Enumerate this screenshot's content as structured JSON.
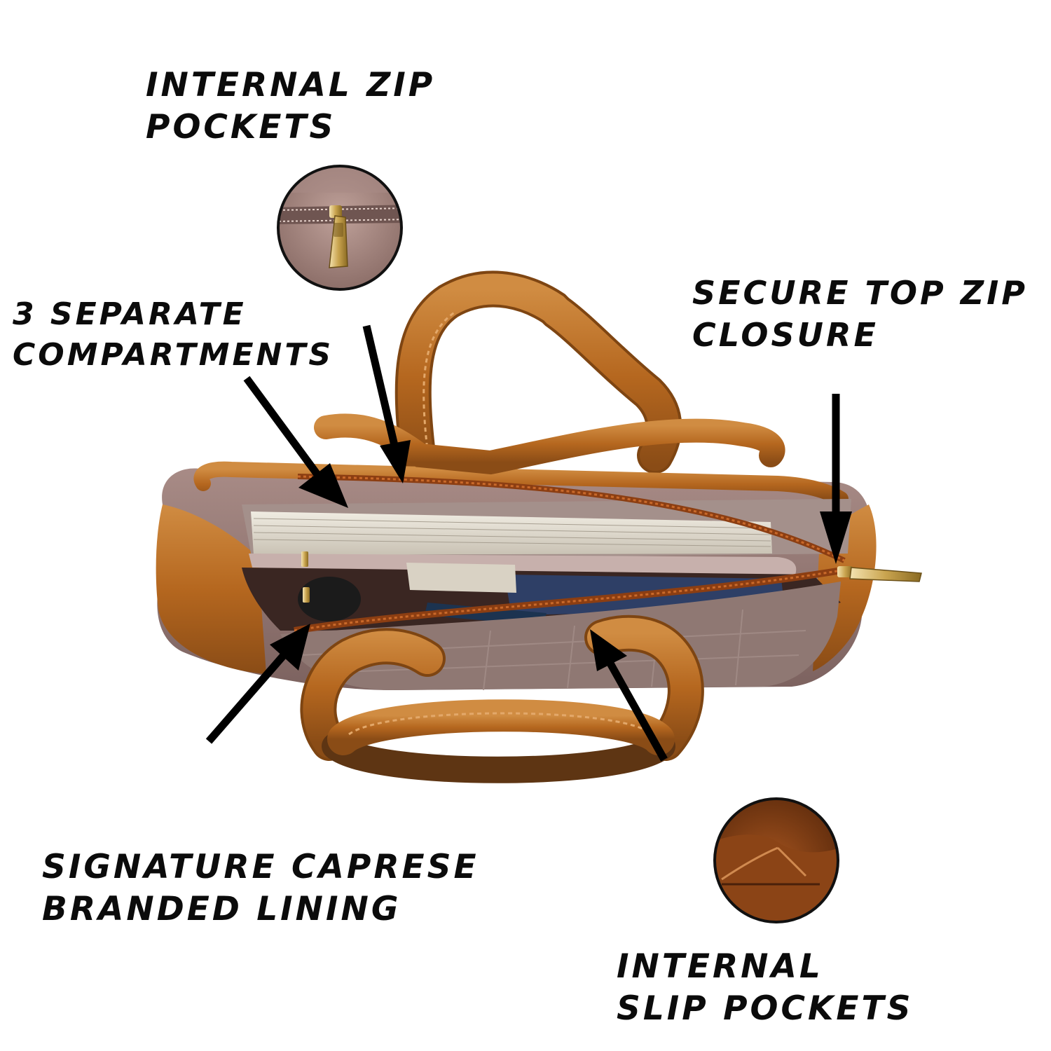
{
  "callouts": {
    "internal_zip_pockets": {
      "line1": "INTERNAL ZIP",
      "line2": "POCKETS"
    },
    "separate_compartments": {
      "line1": "3 SEPARATE",
      "line2": "COMPARTMENTS"
    },
    "secure_top_zip": {
      "line1": "SECURE TOP ZIP",
      "line2": "CLOSURE"
    },
    "branded_lining": {
      "line1": "SIGNATURE CAPRESE",
      "line2": "BRANDED LINING"
    },
    "slip_pockets": {
      "line1": "INTERNAL",
      "line2": "SLIP POCKETS"
    }
  },
  "colors": {
    "tan_leather": "#b5671f",
    "tan_highlight": "#cf8a3e",
    "tan_shadow": "#7e4512",
    "taupe_body": "#9a7f7b",
    "lining": "#b9a29f",
    "arrow": "#000000"
  },
  "icons": {
    "zip_pocket_detail": "zip-pocket-detail-icon",
    "slip_pocket_detail": "slip-pocket-detail-icon"
  }
}
